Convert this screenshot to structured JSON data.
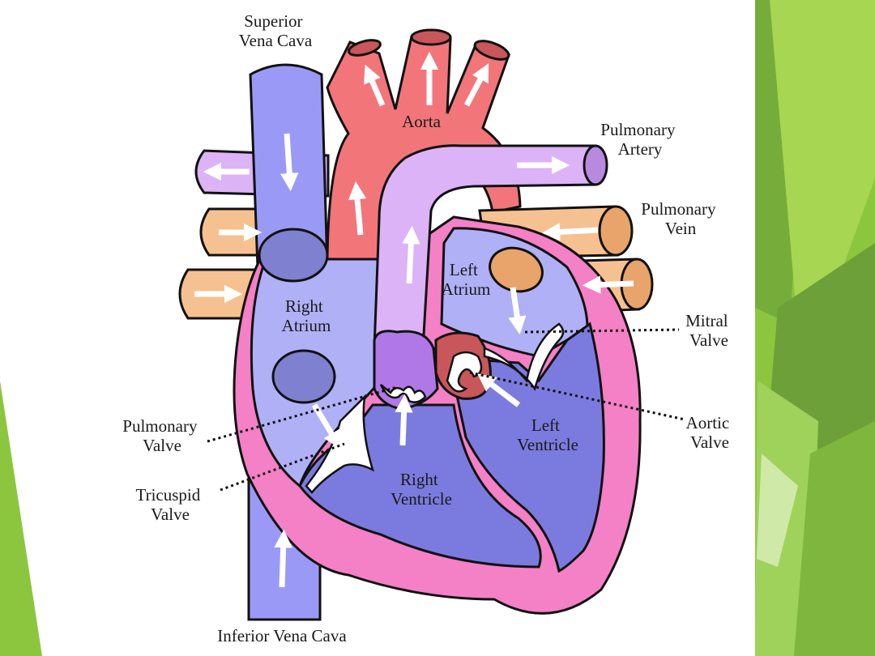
{
  "labels": {
    "svc": [
      "Superior",
      "Vena Cava"
    ],
    "aorta": [
      "Aorta"
    ],
    "pa": [
      "Pulmonary",
      "Artery"
    ],
    "pv": [
      "Pulmonary",
      "Vein"
    ],
    "la": [
      "Left",
      "Atrium"
    ],
    "ra": [
      "Right",
      "Atrium"
    ],
    "mitral": [
      "Mitral",
      "Valve"
    ],
    "aortic": [
      "Aortic",
      "Valve"
    ],
    "pulm_valve": [
      "Pulmonary",
      "Valve"
    ],
    "tricuspid": [
      "Tricuspid",
      "Valve"
    ],
    "lv": [
      "Left",
      "Ventricle"
    ],
    "rv": [
      "Right",
      "Ventricle"
    ],
    "ivc": [
      "Inferior Vena Cava"
    ]
  },
  "colors": {
    "vein_blue": "#9a9af6",
    "aorta_red": "#f2757a",
    "artery_purple": "#dcb3f6",
    "pulm_vein_orange": "#f6c190",
    "heart_pink": "#f480c6",
    "chamber_blue": "#b0b0f6",
    "ventricle_blue": "#7b7bdf",
    "accent_green": "#8cc63f"
  }
}
